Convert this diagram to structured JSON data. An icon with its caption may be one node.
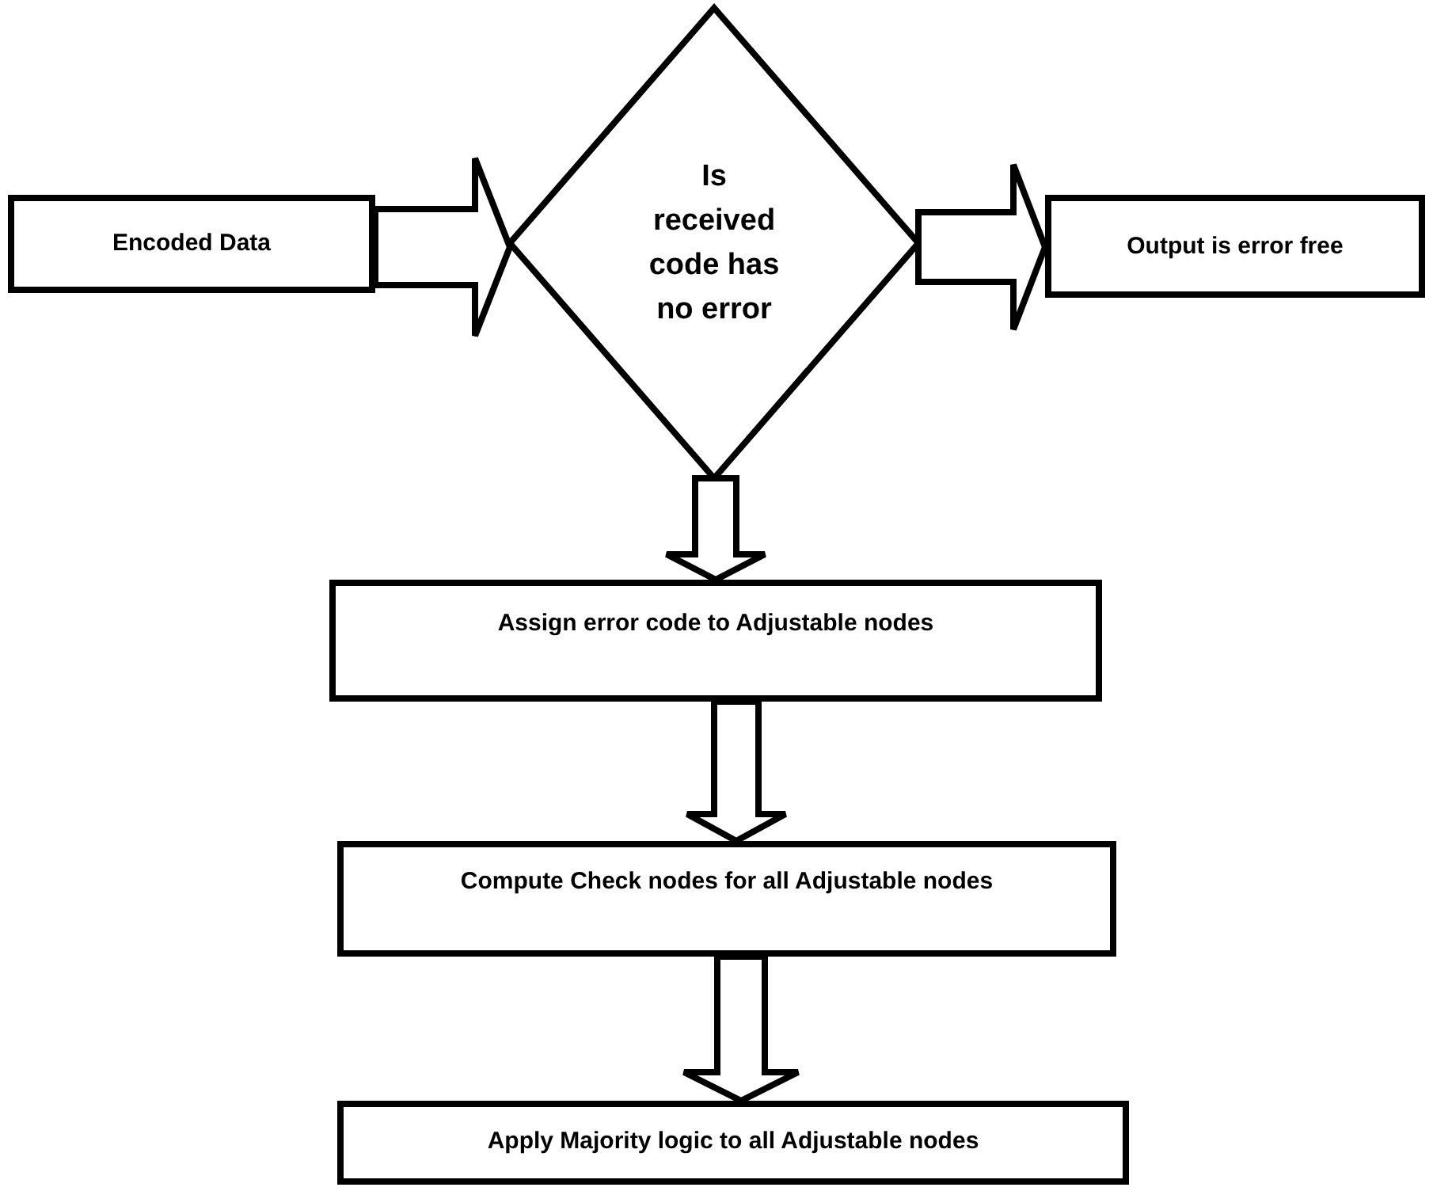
{
  "diagram": {
    "nodes": [
      {
        "text": [
          "Encoded Data"
        ]
      },
      {
        "text": [
          "Is received code has no error"
        ]
      },
      {
        "text": [
          "Output is error free"
        ]
      },
      {
        "text": [
          "Assign error code to Adjustable nodes"
        ]
      },
      {
        "text": [
          "Compute Check nodes for all Adjustable nodes"
        ]
      },
      {
        "text": [
          "Apply Majority logic to all Adjustable nodes"
        ]
      }
    ],
    "edges": [
      {
        "from": 0,
        "to": 1,
        "arrow": "to"
      },
      {
        "from": 1,
        "to": 2,
        "arrow": "to"
      },
      {
        "from": 1,
        "to": 3,
        "arrow": "to"
      },
      {
        "from": 3,
        "to": 4,
        "arrow": "to"
      },
      {
        "from": 4,
        "to": 5,
        "arrow": "to"
      }
    ]
  }
}
